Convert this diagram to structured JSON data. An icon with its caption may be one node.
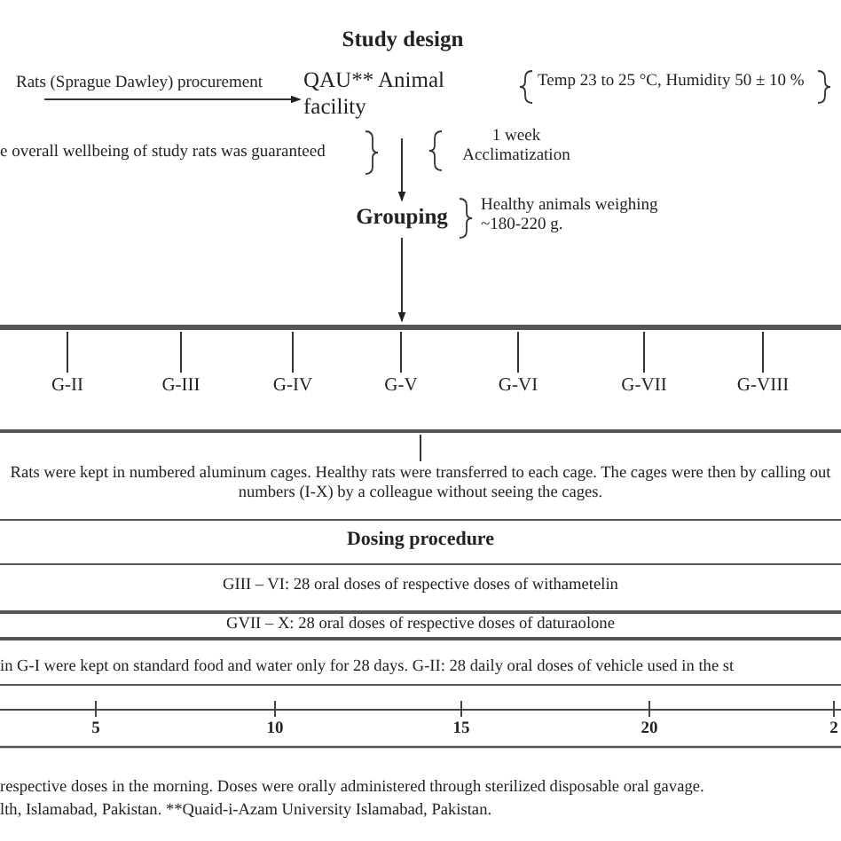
{
  "diagram": {
    "title": "Study design",
    "nodes": [
      {
        "text": [
          "QAU** Animal facility"
        ]
      },
      {
        "text": [
          "Grouping"
        ],
        "beside": [
          "Healthy animals weighing ~180-220 g."
        ]
      },
      {
        "text": [],
        "shape": "bar"
      },
      {
        "text": [
          "G-II"
        ]
      },
      {
        "text": [
          "G-III"
        ]
      },
      {
        "text": [
          "G-IV"
        ]
      },
      {
        "text": [
          "G-V"
        ]
      },
      {
        "text": [
          "G-VI"
        ]
      },
      {
        "text": [
          "G-VII"
        ]
      },
      {
        "text": [
          "G-VIII"
        ]
      },
      {
        "text": [],
        "shape": "bar"
      },
      {
        "text": [
          "Rats were kept in numbered aluminum cages. Healthy rats were transferred to each cage. The cages were then by calling out numbers (I-X) by a colleague without seeing the cages."
        ]
      }
    ],
    "edges": [
      {
        "from": null,
        "to": 0,
        "arrow": "to",
        "label": "Rats (Sprague Dawley) procurement"
      },
      {
        "from": 0,
        "to": 1,
        "arrow": "to"
      },
      {
        "from": 1,
        "to": 2,
        "arrow": "to"
      },
      {
        "from": 2,
        "to": 3,
        "arrow": "none"
      },
      {
        "from": 2,
        "to": 4,
        "arrow": "none"
      },
      {
        "from": 2,
        "to": 5,
        "arrow": "none"
      },
      {
        "from": 2,
        "to": 6,
        "arrow": "none"
      },
      {
        "from": 2,
        "to": 7,
        "arrow": "none"
      },
      {
        "from": 2,
        "to": 8,
        "arrow": "none"
      },
      {
        "from": 2,
        "to": 9,
        "arrow": "none"
      },
      {
        "from": 10,
        "to": 11,
        "arrow": "none"
      }
    ],
    "labels": [
      "Temp 23 to 25 °C, Humidity 50 ± 10 %",
      "e overall wellbeing of study rats was guaranteed",
      "1 week Acclimatization",
      "Dosing procedure",
      "GIII – VI: 28 oral doses of respective doses of withametelin",
      "GVII – X: 28 oral doses of respective doses of daturaolone",
      "in G-I were kept on standard food and water only for 28 days. G-II: 28 daily oral doses of vehicle used in the st",
      "5",
      "10",
      "15",
      "20",
      "2",
      "respective doses in the morning. Doses were orally administered through sterilized disposable oral gavage.",
      "lth, Islamabad, Pakistan. **Quaid-i-Azam University Islamabad, Pakistan."
    ]
  }
}
